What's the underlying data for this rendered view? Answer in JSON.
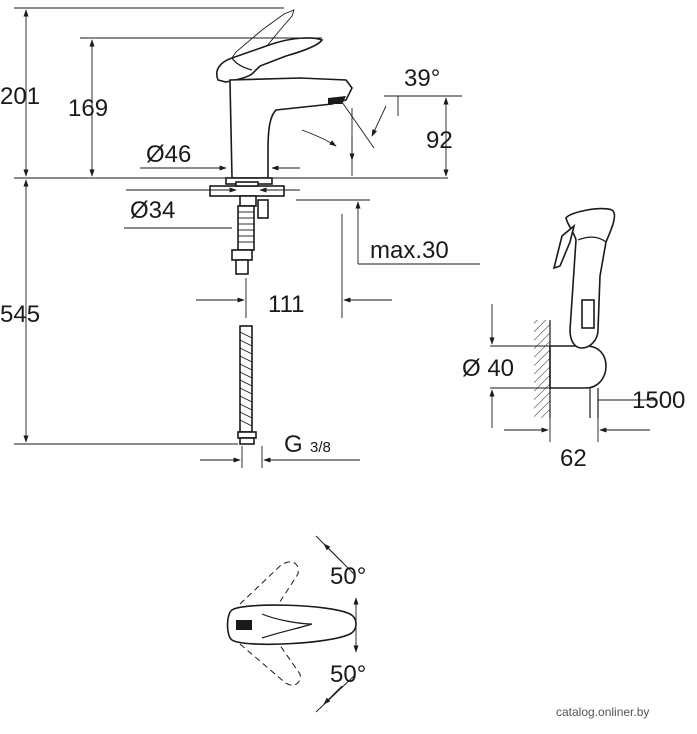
{
  "dimensions": {
    "height_total": "201",
    "height_spout": "169",
    "angle_spout": "39°",
    "spout_height_92": "92",
    "diam_base": "Ø46",
    "diam_hole": "Ø34",
    "max_thickness": "max.30",
    "projection": "111",
    "hose_length": "545",
    "connection_g": "G",
    "connection_frac": "3/8",
    "shower_diam": "Ø 40",
    "shower_hose": "1500",
    "shower_depth": "62",
    "rotation_upper": "50°",
    "rotation_lower": "50°"
  },
  "watermark": "catalog.onliner.by"
}
